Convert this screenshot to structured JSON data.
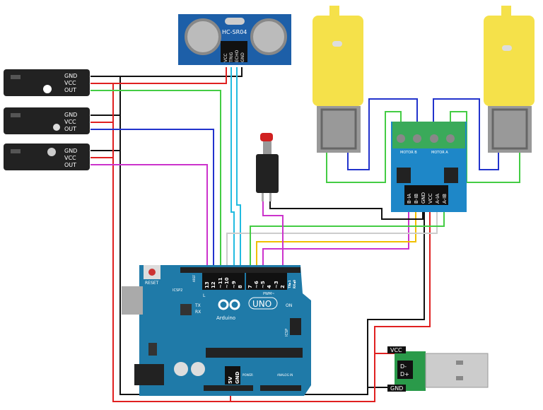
{
  "ir_sensors": [
    {
      "pins": [
        "GND",
        "VCC",
        "OUT"
      ]
    },
    {
      "pins": [
        "GND",
        "VCC",
        "OUT"
      ]
    },
    {
      "pins": [
        "GND",
        "VCC",
        "OUT"
      ]
    }
  ],
  "ultrasonic": {
    "model": "HC-SR04",
    "pins": [
      "VCC",
      "TRIG",
      "ECHO",
      "GND"
    ]
  },
  "driver": {
    "terminals": [
      "MOTOR B",
      "MOTOR A"
    ],
    "pins": [
      "B-IA",
      "B-IB",
      "GND",
      "VCC",
      "A-IA",
      "A-IB"
    ]
  },
  "arduino": {
    "brand": "Arduino",
    "model": "UNO",
    "reset": "RESET",
    "icsp2": "ICSP2",
    "icsp": "ICSP",
    "l": "L",
    "tx": "TX",
    "rx": "RX",
    "on": "ON",
    "aref": "AREF",
    "pwm": "PWM~",
    "digital_pins": [
      "13",
      "12",
      "~11",
      "~10",
      "~9",
      "8",
      "7",
      "~6",
      "~5",
      "4",
      "~3",
      "2",
      "TX▶1",
      "RX◀0"
    ],
    "power_pins": [
      "5V",
      "GND"
    ],
    "power_label": "POWER",
    "analog_label": "ANALOG IN"
  },
  "usb": {
    "pins": [
      "VCC",
      "D-",
      "D+",
      "GND"
    ]
  },
  "colors": {
    "board": "#1f7aa8",
    "driver": "#1e87c8",
    "motor": "#f5e14a",
    "wire_red": "#e02020",
    "wire_black": "#111111",
    "wire_green": "#44cc44",
    "wire_blue": "#2233cc",
    "wire_cyan": "#22bbe0",
    "wire_magenta": "#cc33cc",
    "wire_yellow": "#f0c000",
    "wire_white": "#cccccc"
  }
}
